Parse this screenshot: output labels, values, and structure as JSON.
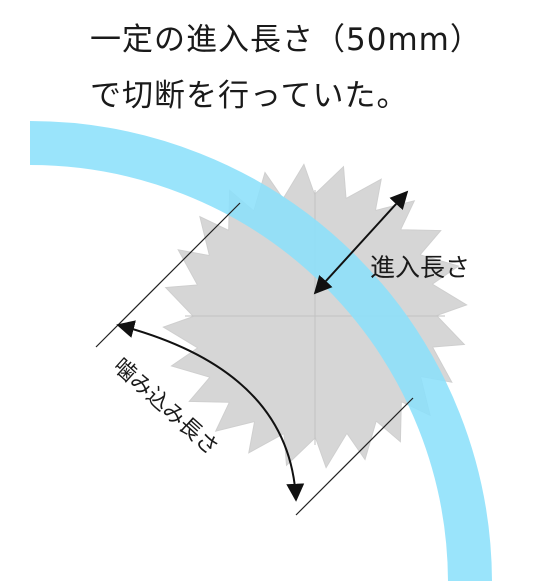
{
  "title": {
    "line1": "一定の進入長さ（50mm）",
    "line2": "で切断を行っていた。"
  },
  "labels": {
    "entry_length": "進入長さ",
    "bite_length": "噛み込み長さ"
  },
  "colors": {
    "workpiece": "#8ce0fb",
    "blade": "#d6d6d6",
    "blade_line": "#c2c2c2",
    "arrow": "#111111"
  }
}
